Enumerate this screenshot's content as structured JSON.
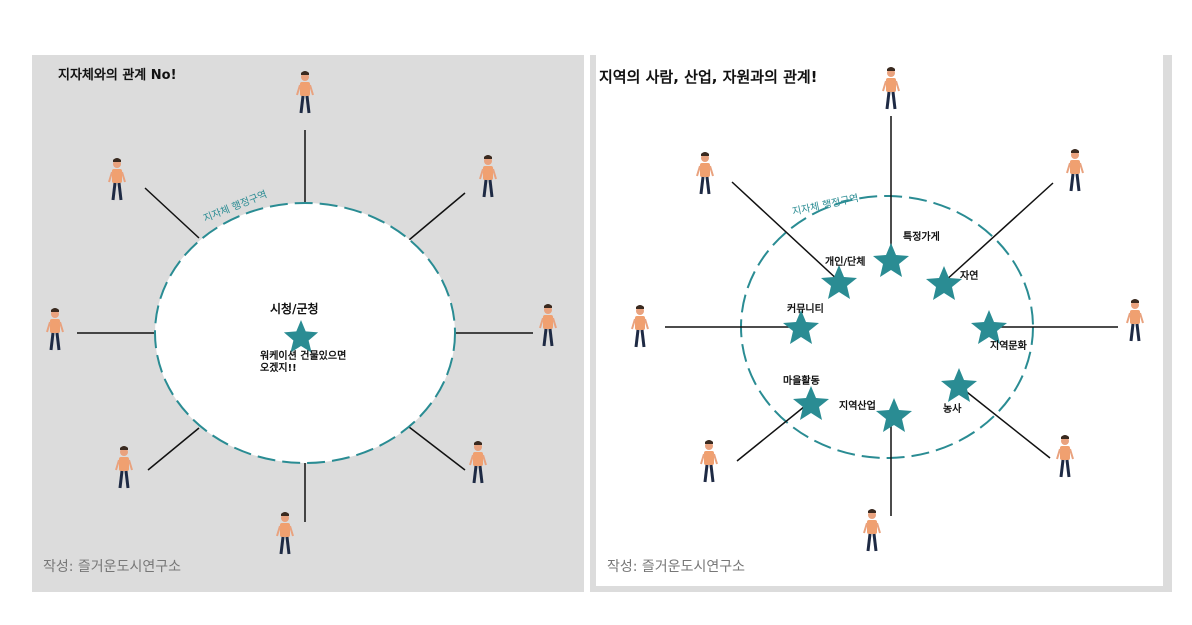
{
  "left": {
    "title": "지자체와의 관계 No!",
    "region_label": "지자체 행정구역",
    "center_label": "시청/군청",
    "wish_line1": "워케이션 건물있으면",
    "wish_line2": "오겠지!!",
    "credit": "작성: 즐거운도시연구소"
  },
  "right": {
    "title": "지역의 사람, 산업, 자원과의 관계!",
    "region_label": "지자체 행정구역",
    "nodes": {
      "shop": "특정가게",
      "group": "개인/단체",
      "nature": "자연",
      "community": "커뮤니티",
      "culture": "지역문화",
      "village": "마을활동",
      "industry": "지역산업",
      "farming": "농사"
    },
    "credit": "작성: 즐거운도시연구소"
  },
  "colors": {
    "accent": "#2a8c93",
    "panel": "#dcdcdc",
    "text": "#111111",
    "credit": "#777777"
  }
}
